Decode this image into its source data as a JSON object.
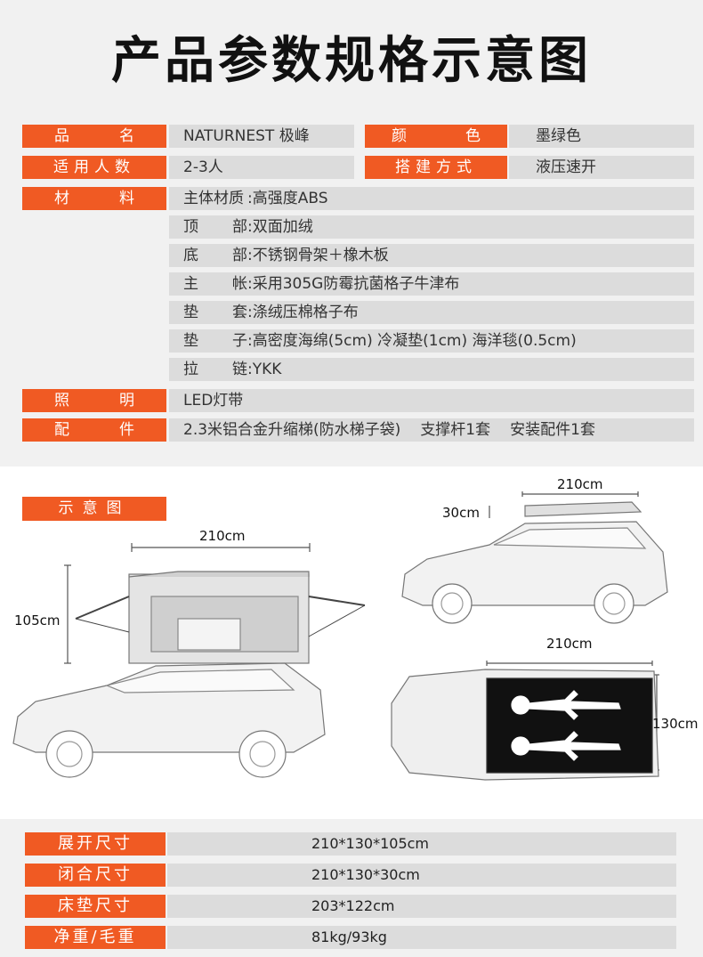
{
  "title": "产品参数规格示意图",
  "specs": {
    "name_label": [
      "品",
      "名"
    ],
    "name_value": "NATURNEST 极峰",
    "color_label": [
      "颜",
      "色"
    ],
    "color_value": "墨绿色",
    "people_label": "适用人数",
    "people_value": "2-3人",
    "setup_label": "搭建方式",
    "setup_value": "液压速开",
    "material_label": [
      "材",
      "料"
    ],
    "material_rows": [
      {
        "key": "主体材质",
        "val": "高强度ABS",
        "wide": true
      },
      {
        "key": "顶 部",
        "val": "双面加绒"
      },
      {
        "key": "底 部",
        "val": "不锈钢骨架＋橡木板"
      },
      {
        "key": "主 帐",
        "val": "采用305G防霉抗菌格子牛津布"
      },
      {
        "key": "垫 套",
        "val": "涤绒压棉格子布"
      },
      {
        "key": "垫 子",
        "val": "高密度海绵(5cm) 冷凝垫(1cm) 海洋毯(0.5cm)"
      },
      {
        "key": "拉 链",
        "val": "YKK"
      }
    ],
    "light_label": [
      "照",
      "明"
    ],
    "light_value": "LED灯带",
    "acc_label": [
      "配",
      "件"
    ],
    "acc_items": [
      "2.3米铝合金升缩梯(防水梯子袋)",
      "支撑杆1套",
      "安装配件1套"
    ]
  },
  "diagram": {
    "label": "示意图",
    "dim_open_width": "210cm",
    "dim_open_height": "105cm",
    "dim_closed_width": "210cm",
    "dim_closed_height": "30cm",
    "dim_top_width": "210cm",
    "dim_top_depth": "130cm"
  },
  "sizes": [
    {
      "label": "展开尺寸",
      "value": "210*130*105cm"
    },
    {
      "label": "闭合尺寸",
      "value": "210*130*30cm"
    },
    {
      "label": "床垫尺寸",
      "value": "203*122cm"
    },
    {
      "label": "净重/毛重",
      "value": "81kg/93kg"
    }
  ],
  "colors": {
    "accent": "#f05a23",
    "cell": "#dcdcdc",
    "panel": "#f1f1f1"
  }
}
